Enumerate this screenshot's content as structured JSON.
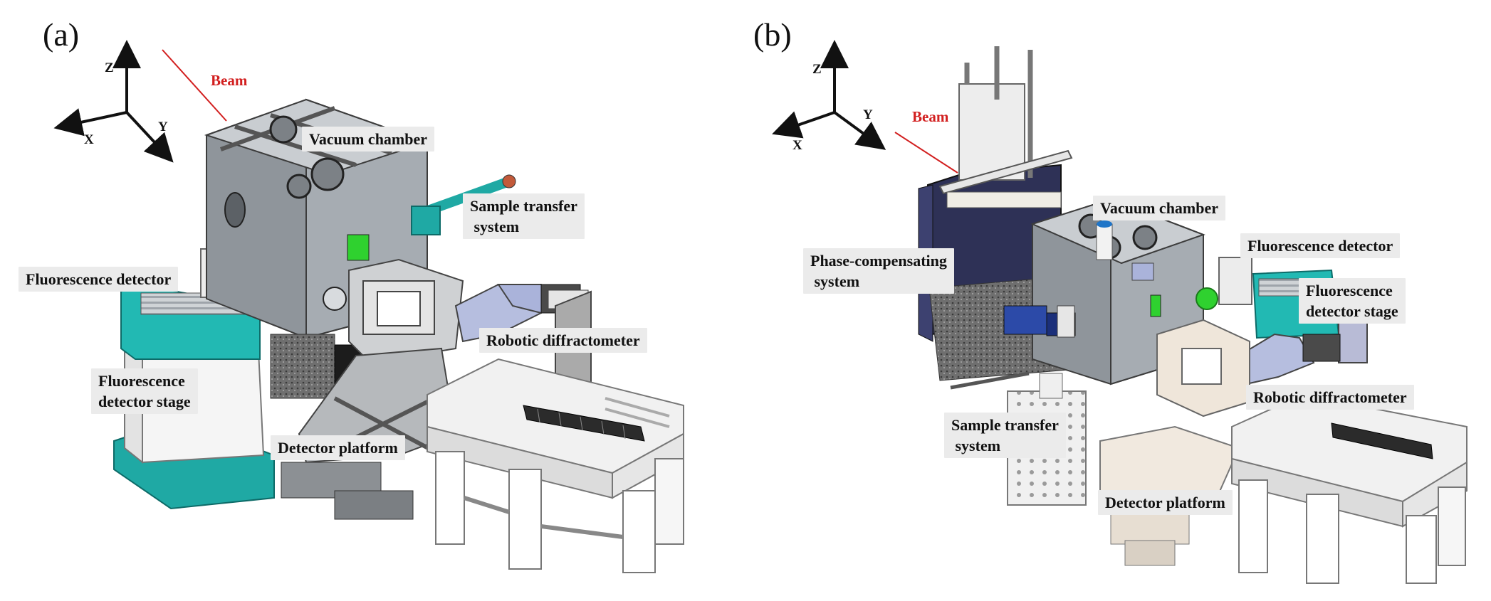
{
  "panels": [
    {
      "letter": "(a)",
      "axes": {
        "z": "Z",
        "x": "X",
        "y": "Y"
      },
      "beam": "Beam",
      "callouts": {
        "vacuum_chamber": "Vacuum chamber",
        "sample_transfer": "Sample transfer\n system",
        "fluorescence_detector": "Fluorescence detector",
        "fluorescence_stage": "Fluorescence\ndetector stage",
        "robotic_diffractometer": "Robotic diffractometer",
        "detector_platform": "Detector platform"
      }
    },
    {
      "letter": "(b)",
      "axes": {
        "z": "Z",
        "x": "X",
        "y": "Y"
      },
      "beam": "Beam",
      "callouts": {
        "vacuum_chamber": "Vacuum chamber",
        "fluorescence_detector": "Fluorescence detector",
        "phase_compensating": "Phase-compensating\n system",
        "fluorescence_stage": "Fluorescence\ndetector stage",
        "robotic_diffractometer": "Robotic diffractometer",
        "sample_transfer": "Sample transfer\n system",
        "detector_platform": "Detector platform"
      }
    }
  ],
  "colors": {
    "beam": "#d21f1f",
    "teal": "#21b8b3",
    "green_accent": "#2fd12f",
    "navy_shield": "#2e3156",
    "steel": "#9aa0a6",
    "table": "#f1f1f1"
  }
}
